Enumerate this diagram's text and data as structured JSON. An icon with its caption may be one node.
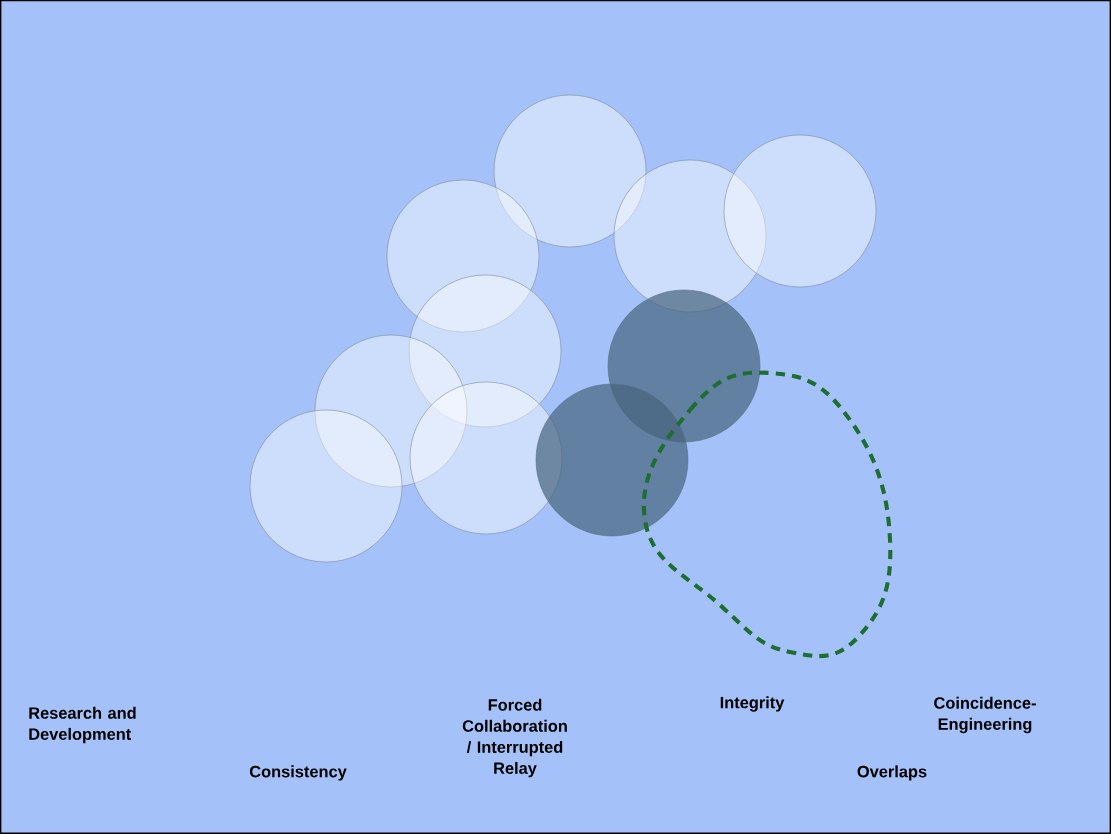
{
  "diagram": {
    "nodes": [
      {
        "text": [],
        "shape": "circle"
      },
      {
        "text": [],
        "shape": "circle"
      },
      {
        "text": [],
        "shape": "circle"
      },
      {
        "text": [],
        "shape": "circle"
      },
      {
        "text": [],
        "shape": "circle"
      },
      {
        "text": [],
        "shape": "circle"
      },
      {
        "text": [],
        "shape": "circle"
      },
      {
        "text": [],
        "shape": "circle"
      },
      {
        "text": [],
        "shape": "circle"
      },
      {
        "text": [],
        "shape": "circle"
      },
      {
        "text": [],
        "shape": "loop"
      }
    ],
    "labels": [
      "Research and Development",
      "Forced Collaboration / Interrupted Relay",
      "Integrity",
      "Coincidence-Engineering",
      "Consistency",
      "Overlaps"
    ]
  }
}
